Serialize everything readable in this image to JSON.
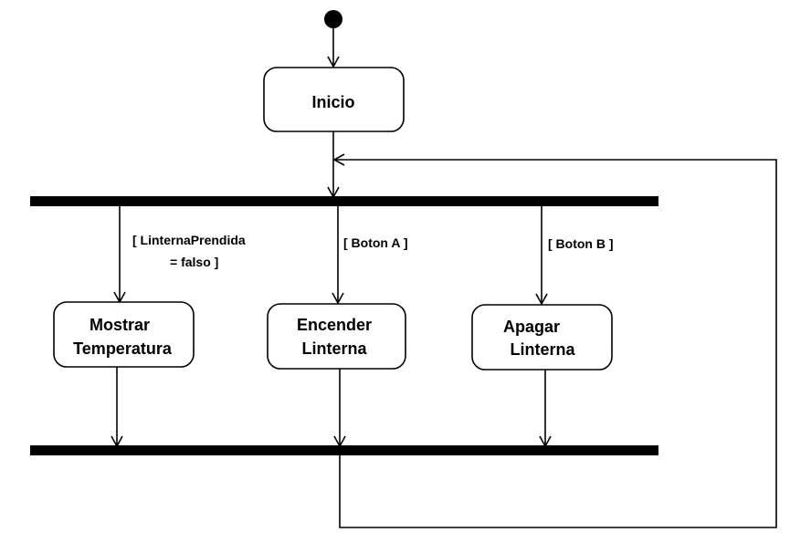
{
  "diagram": {
    "start": {
      "label": ""
    },
    "nodes": {
      "inicio": {
        "label": "Inicio"
      },
      "mostrar": {
        "line1": "Mostrar",
        "line2": "Temperatura"
      },
      "encender": {
        "line1": "Encender",
        "line2": "Linterna"
      },
      "apagar": {
        "line1": "Apagar",
        "line2": "Linterna"
      }
    },
    "guards": {
      "mostrar": {
        "line1": "[ LinternaPrendida",
        "line2": "= falso ]"
      },
      "encender": {
        "label": "[ Boton A ]"
      },
      "apagar": {
        "label": "[ Boton B ]"
      }
    },
    "colors": {
      "stroke": "#000000",
      "fill": "#ffffff",
      "bar": "#000000"
    }
  }
}
